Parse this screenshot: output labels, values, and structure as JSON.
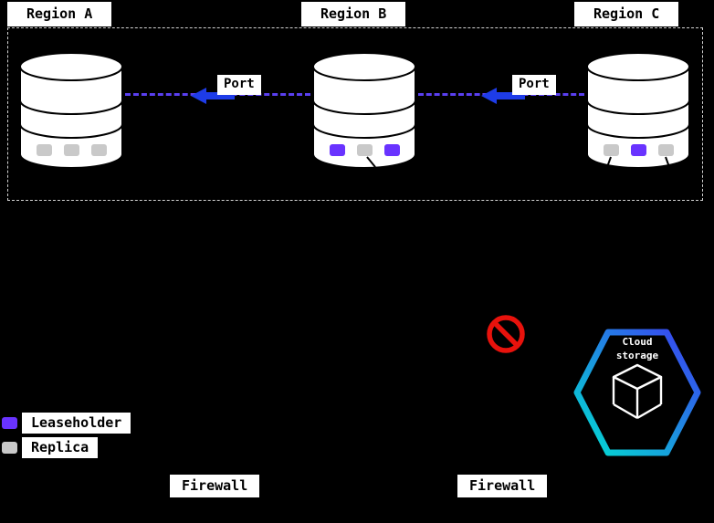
{
  "colors": {
    "bg": "#000000",
    "leaseholder": "#6933ff",
    "replica": "#c9c9c9",
    "dash": "#5a3ff0",
    "arrow": "#1e3ce8",
    "prohibited": "#e8120c",
    "hex-start": "#00e0d0",
    "hex-end": "#3c3cf2",
    "cylinder-fill": "#ffffff",
    "cylinder-stroke": "#000000"
  },
  "regions": [
    {
      "label": "Region A",
      "slots": [
        "replica",
        "replica",
        "replica"
      ]
    },
    {
      "label": "Region B",
      "slots": [
        "leaseholder",
        "replica",
        "leaseholder"
      ]
    },
    {
      "label": "Region C",
      "slots": [
        "replica",
        "leaseholder",
        "replica"
      ]
    }
  ],
  "links": [
    {
      "label": "Port"
    },
    {
      "label": "Port"
    }
  ],
  "legend": {
    "items": [
      {
        "label": "Leaseholder",
        "type": "leaseholder"
      },
      {
        "label": "Replica",
        "type": "replica"
      }
    ]
  },
  "cloud_storage": {
    "line1": "Cloud",
    "line2": "storage"
  },
  "firewalls": [
    {
      "label": "Firewall"
    },
    {
      "label": "Firewall"
    }
  ]
}
